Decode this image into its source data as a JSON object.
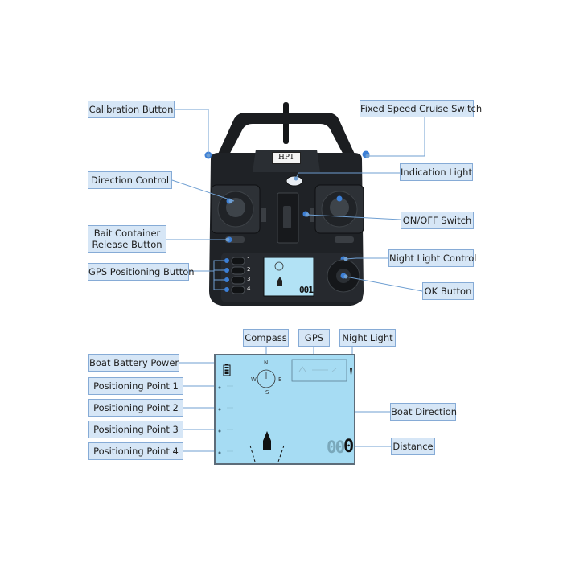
{
  "controller": {
    "brand": "HPT",
    "key_numbers": [
      "1",
      "2",
      "3",
      "4"
    ],
    "lcd_digits": "001"
  },
  "top_labels": {
    "calibration_button": "Calibration Button",
    "fixed_speed_cruise_switch": "Fixed Speed Cruise Switch",
    "direction_control": "Direction Control",
    "indication_light": "Indication Light",
    "on_off_switch": "ON/OFF Switch",
    "bait_container_line1": "Bait Container",
    "bait_container_line2": "Release Button",
    "night_light_control": "Night Light Control",
    "gps_positioning_button": "GPS Positioning Button",
    "ok_button": "OK Button"
  },
  "lcd_labels": {
    "compass": "Compass",
    "gps": "GPS",
    "night_light": "Night Light",
    "boat_battery_power": "Boat Battery Power",
    "positioning_point_1": "Positioning Point 1",
    "positioning_point_2": "Positioning Point 2",
    "positioning_point_3": "Positioning Point 3",
    "positioning_point_4": "Positioning Point 4",
    "boat_direction": "Boat Direction",
    "distance": "Distance"
  },
  "compass": {
    "n": "N",
    "s": "S",
    "e": "E",
    "w": "W"
  },
  "lcd_display": {
    "distance_digits": "00",
    "distance_last": "0"
  },
  "colors": {
    "label_fill": "#d6e6f6",
    "label_border": "#86abd6",
    "leader_line": "#6f9fd2",
    "controller_body": "#1f2226",
    "lcd_screen": "#a6dcf3",
    "indicator_blue": "#3c7fd6"
  }
}
